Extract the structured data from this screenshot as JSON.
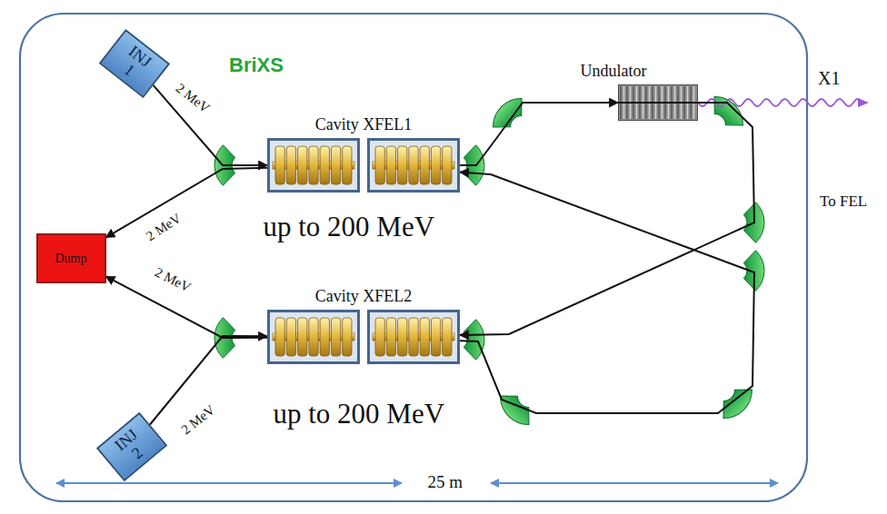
{
  "diagram": {
    "title": "BriXS",
    "nodes": [
      {
        "text": [
          "INJ 1"
        ]
      },
      {
        "text": [
          "Cavity XFEL1"
        ]
      },
      {
        "text": [
          "Undulator"
        ]
      },
      {
        "text": [
          "Dump"
        ]
      },
      {
        "text": [
          "Cavity XFEL2"
        ]
      },
      {
        "text": [
          "INJ 2"
        ]
      }
    ],
    "edges": [
      {
        "from": 0,
        "to": 1,
        "arrow": "to",
        "label": "2 MeV"
      },
      {
        "from": 1,
        "to": 3,
        "arrow": "to",
        "label": "2 MeV"
      },
      {
        "from": 4,
        "to": 3,
        "arrow": "to",
        "label": "2 MeV"
      },
      {
        "from": 5,
        "to": 4,
        "arrow": "to",
        "label": "2 MeV"
      },
      {
        "from": 1,
        "to": 2,
        "arrow": "to"
      },
      {
        "from": 2,
        "to": 4,
        "arrow": "to"
      },
      {
        "from": 4,
        "to": 1,
        "arrow": "to"
      }
    ],
    "labels": [
      "up to 200 MeV",
      "up to 200 MeV",
      "X1",
      "To FEL",
      "25 m"
    ]
  }
}
